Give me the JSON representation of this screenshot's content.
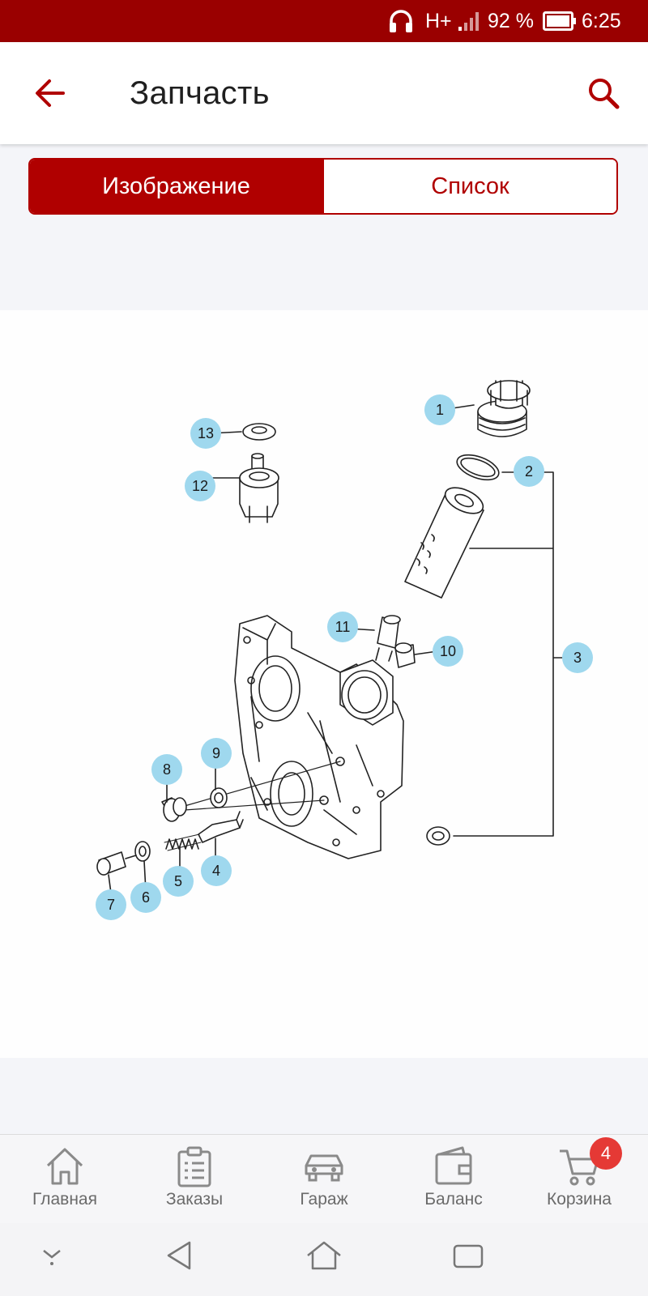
{
  "status_bar": {
    "network": "H+",
    "battery": "92 %",
    "time": "6:25",
    "icons": [
      "headphones-icon",
      "signal-icon",
      "battery-icon"
    ]
  },
  "header": {
    "title": "Запчасть",
    "back_icon": "arrow-left-icon",
    "search_icon": "search-icon"
  },
  "view_tabs": {
    "active": "Изображение",
    "image_label": "Изображение",
    "list_label": "Список"
  },
  "diagram": {
    "callouts": [
      "1",
      "2",
      "3",
      "4",
      "5",
      "6",
      "7",
      "8",
      "9",
      "10",
      "11",
      "12",
      "13"
    ]
  },
  "bottom_nav": {
    "items": [
      {
        "label": "Главная",
        "icon": "home-icon"
      },
      {
        "label": "Заказы",
        "icon": "clipboard-icon"
      },
      {
        "label": "Гараж",
        "icon": "car-icon"
      },
      {
        "label": "Баланс",
        "icon": "wallet-icon"
      },
      {
        "label": "Корзина",
        "icon": "cart-icon"
      }
    ],
    "cart_badge": "4"
  },
  "colors": {
    "brand": "#b00000",
    "status_bar": "#9a0000",
    "callout": "#9fd8ee",
    "badge": "#e53935"
  }
}
